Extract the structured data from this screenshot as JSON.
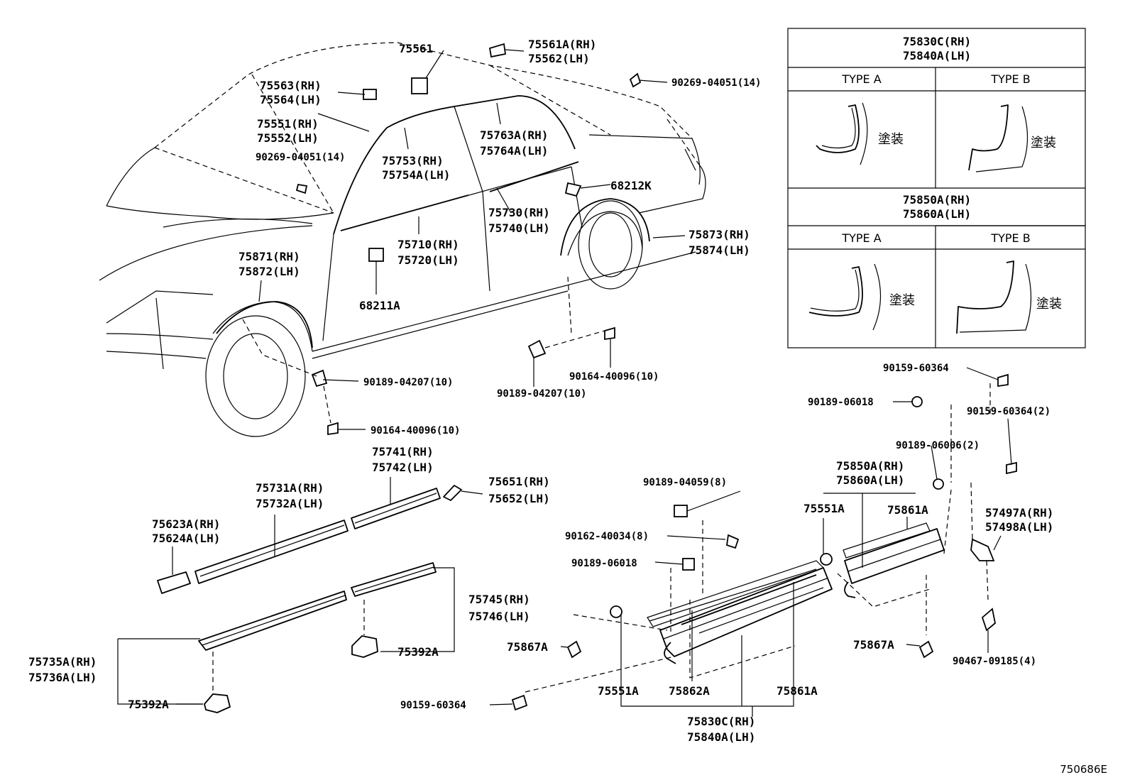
{
  "diagram": {
    "footer_code": "750686E",
    "labels": {
      "p75561": "75561",
      "p75561a": "75561A(RH)",
      "p75562": "75562(LH)",
      "p75563": "75563(RH)",
      "p75564": "75564(LH)",
      "p75551": "75551(RH)",
      "p75552": "75552(LH)",
      "p90269a": "90269-04051(14)",
      "p90269b": "90269-04051(14)",
      "p75753": "75753(RH)",
      "p75754a": "75754A(LH)",
      "p75763a": "75763A(RH)",
      "p75764a": "75764A(LH)",
      "p68212k": "68212K",
      "p75730": "75730(RH)",
      "p75740": "75740(LH)",
      "p75710": "75710(RH)",
      "p75720": "75720(LH)",
      "p75873": "75873(RH)",
      "p75874": "75874(LH)",
      "p75871": "75871(RH)",
      "p75872": "75872(LH)",
      "p68211a": "68211A",
      "p90189_04207a": "90189-04207(10)",
      "p90164_40096a": "90164-40096(10)",
      "p90189_04207b": "90189-04207(10)",
      "p90164_40096b": "90164-40096(10)",
      "p75741": "75741(RH)",
      "p75742": "75742(LH)",
      "p75731a": "75731A(RH)",
      "p75732a": "75732A(LH)",
      "p75651": "75651(RH)",
      "p75652": "75652(LH)",
      "p75623a": "75623A(RH)",
      "p75624a": "75624A(LH)",
      "p75745": "75745(RH)",
      "p75746": "75746(LH)",
      "p75735a": "75735A(RH)",
      "p75736a": "75736A(LH)",
      "p75392a_1": "75392A",
      "p75392a_2": "75392A",
      "p90189_04059": "90189-04059(8)",
      "p90162_40034": "90162-40034(8)",
      "p90189_06018a": "90189-06018",
      "p75867a_1": "75867A",
      "p90159_60364a": "90159-60364",
      "p75551a_1": "75551A",
      "p75862a": "75862A",
      "p75861a_1": "75861A",
      "p75830c": "75830C(RH)",
      "p75840a": "75840A(LH)",
      "p90159_60364b": "90159-60364",
      "p90189_06018b": "90189-06018",
      "p90159_60364c": "90159-60364(2)",
      "p90189_06006": "90189-06006(2)",
      "p75850a": "75850A(RH)",
      "p75860a": "75860A(LH)",
      "p75551a_2": "75551A",
      "p75861a_2": "75861A",
      "p57497a": "57497A(RH)",
      "p57498a": "57498A(LH)",
      "p75867a_2": "75867A",
      "p90467_09185": "90467-09185(4)"
    },
    "inset": {
      "top_rh": "75830C(RH)",
      "top_lh": "75840A(LH)",
      "bottom_rh": "75850A(RH)",
      "bottom_lh": "75860A(LH)",
      "type_a_1": "TYPE A",
      "type_b_1": "TYPE B",
      "type_a_2": "TYPE A",
      "type_b_2": "TYPE B",
      "paint_1": "塗装",
      "paint_2": "塗装",
      "paint_3": "塗装",
      "paint_4": "塗装"
    }
  }
}
